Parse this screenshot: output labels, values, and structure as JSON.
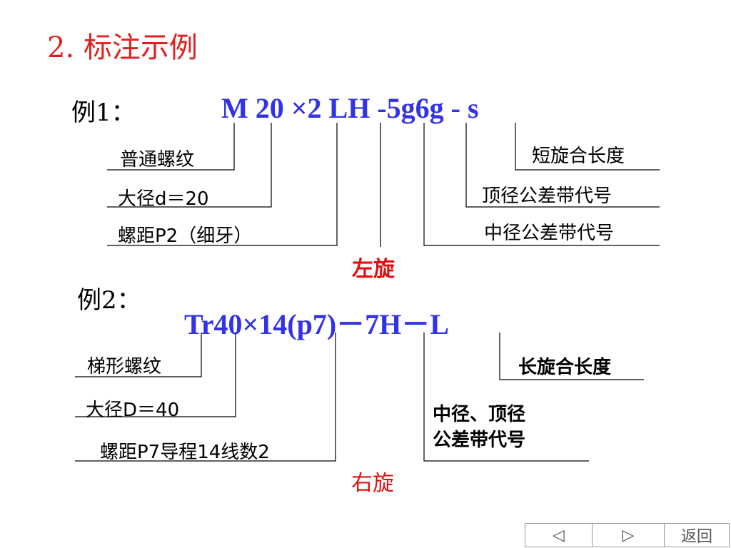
{
  "title": "2. 标注示例",
  "example1": {
    "label": "例1：",
    "code": "M 20 ×2 LH -5g6g - s",
    "annotations": {
      "thread_type": "普通螺纹",
      "major_diameter": "大径d＝20",
      "pitch": "螺距P2（细牙）",
      "short_engagement": "短旋合长度",
      "crest_tolerance": "顶径公差带代号",
      "pitch_tolerance": "中径公差带代号",
      "left_hand": "左旋"
    }
  },
  "example2": {
    "label": "例2：",
    "code": "Tr40×14(p7)－7H－L",
    "annotations": {
      "thread_type": "梯形螺纹",
      "major_diameter": "大径D＝40",
      "pitch_lead": "螺距P7导程14线数2",
      "long_engagement": "长旋合长度",
      "tolerance_line1": "中径、顶径",
      "tolerance_line2": "公差带代号",
      "right_hand": "右旋"
    }
  },
  "nav": {
    "prev_icon": "◁",
    "next_icon": "▷",
    "back_label": "返回"
  }
}
